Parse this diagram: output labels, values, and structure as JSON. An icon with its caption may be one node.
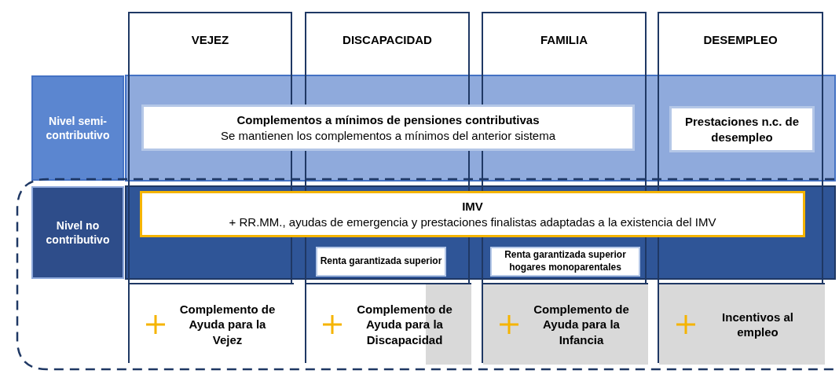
{
  "diagram": {
    "nodes": [
      {
        "text": [
          "VEJEZ"
        ]
      },
      {
        "text": [
          "DISCAPACIDAD"
        ]
      },
      {
        "text": [
          "FAMILIA"
        ]
      },
      {
        "text": [
          "DESEMPLEO"
        ]
      },
      {
        "text": [
          "Nivel semi-contributivo"
        ]
      },
      {
        "text": [
          "Complementos a mínimos de pensiones contributivas",
          "Se mantienen los complementos a mínimos del anterior sistema"
        ]
      },
      {
        "text": [
          "Prestaciones n.c. de desempleo"
        ],
        "in": 3
      },
      {
        "text": [
          "Nivel no contributivo"
        ]
      },
      {
        "text": [
          "IMV",
          "+ RR.MM., ayudas de emergencia y prestaciones finalistas adaptadas a la existencia del IMV"
        ]
      },
      {
        "text": [
          "Renta garantizada superior"
        ],
        "in": 1
      },
      {
        "text": [
          "Renta garantizada superior hogares monoparentales"
        ],
        "in": 2
      },
      {
        "text": [
          "Complemento de Ayuda para la Vejez"
        ],
        "in": 0
      },
      {
        "text": [
          "Complemento de Ayuda para la Discapacidad"
        ],
        "in": 1
      },
      {
        "text": [
          "Complemento de Ayuda para la Infancia"
        ],
        "in": 2
      },
      {
        "text": [
          "Incentivos al empleo"
        ],
        "in": 3
      }
    ],
    "edges": []
  }
}
